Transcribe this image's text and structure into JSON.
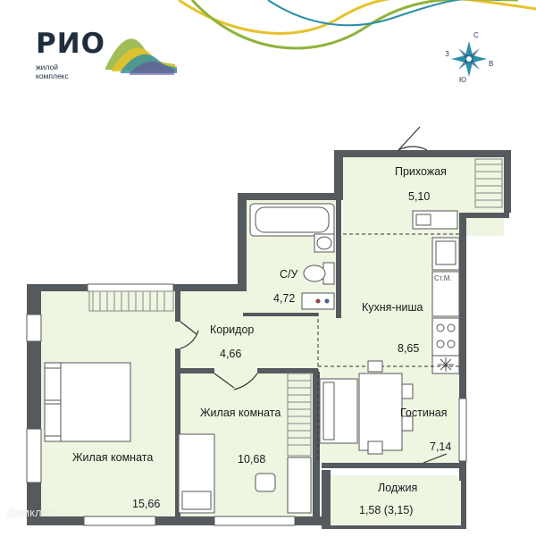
{
  "brand": {
    "name": "РИО",
    "subtitle_line1": "жилой",
    "subtitle_line2": "комплекс"
  },
  "compass": {
    "north": "С",
    "east": "В",
    "south": "Ю",
    "west": "З"
  },
  "rooms": {
    "hallway": {
      "name": "Прихожая",
      "area": "5,10"
    },
    "bathroom": {
      "name": "С/У",
      "area": "4,72"
    },
    "corridor": {
      "name": "Коридор",
      "area": "4,66"
    },
    "kitchen": {
      "name": "Кухня-ниша",
      "area": "8,65"
    },
    "living_room": {
      "name": "Гостиная",
      "area": "7,14"
    },
    "bedroom_left": {
      "name": "Жилая комната",
      "area": "15,66"
    },
    "bedroom_mid": {
      "name": "Жилая комната",
      "area": "10,68"
    },
    "loggia": {
      "name": "Лоджия",
      "area": "1,58 (3,15)"
    }
  },
  "fixtures": {
    "washer_label": "Ст.М."
  },
  "watermark": "Домклик",
  "colors": {
    "wall": "#555a5f",
    "floor": "#eef5e1",
    "line": "#6a6a6a",
    "brand_dark": "#1f2d3d",
    "accent_green": "#8fb33a",
    "accent_yellow": "#e6c22a",
    "compass_teal": "#2a8fa8"
  }
}
